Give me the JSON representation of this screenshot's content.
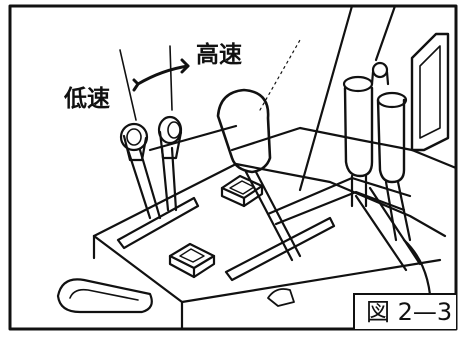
{
  "labels": {
    "low_speed": "低速",
    "high_speed": "高速"
  },
  "caption": "図 2—3",
  "colors": {
    "ink": "#111111",
    "paper": "#ffffff"
  }
}
